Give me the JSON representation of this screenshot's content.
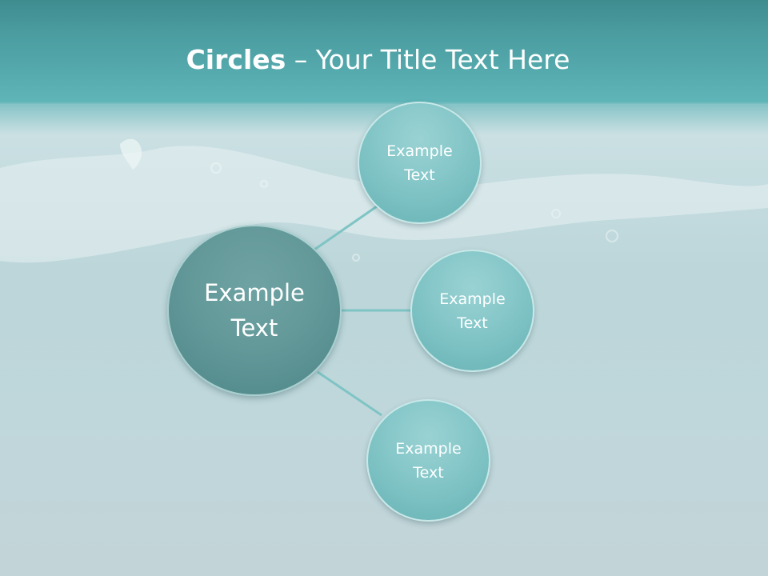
{
  "slide": {
    "title_bold": "Circles",
    "title_rest": " – Your Title Text Here"
  },
  "diagram": {
    "center": {
      "line1": "Example",
      "line2": "Text"
    },
    "satellites": [
      {
        "line1": "Example",
        "line2": "Text"
      },
      {
        "line1": "Example",
        "line2": "Text"
      },
      {
        "line1": "Example",
        "line2": "Text"
      }
    ]
  },
  "colors": {
    "header": "#4a9c9f",
    "center_circle": "#64999a",
    "satellite_circle": "#84c6c8",
    "connector": "#7fc4c4"
  }
}
